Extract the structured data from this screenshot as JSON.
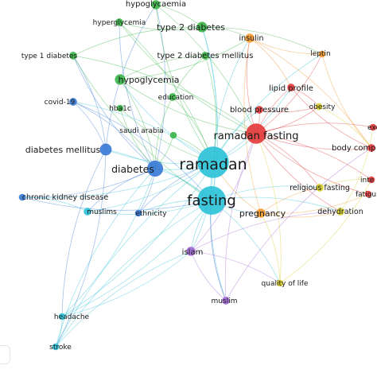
{
  "network": {
    "clusters": {
      "blue": "#3a7bd5",
      "cyan": "#2fc2d8",
      "green": "#3cb54a",
      "red": "#e53b3b",
      "orange": "#f29a2e",
      "yellow": "#d9cf2a",
      "purple": "#a46ad8"
    },
    "nodes": [
      {
        "id": "ramadan",
        "label": "ramadan",
        "cluster": "cyan",
        "weight": 10
      },
      {
        "id": "fasting",
        "label": "fasting",
        "cluster": "cyan",
        "weight": 9
      },
      {
        "id": "ramadan_fasting",
        "label": "ramadan fasting",
        "cluster": "red",
        "weight": 6
      },
      {
        "id": "diabetes",
        "label": "diabetes",
        "cluster": "blue",
        "weight": 4.5
      },
      {
        "id": "diabetes_mellitus",
        "label": "diabetes mellitus",
        "cluster": "blue",
        "weight": 3
      },
      {
        "id": "hypoglycaemia",
        "label": "hypoglycaemia",
        "cluster": "green",
        "weight": 2
      },
      {
        "id": "hyperglycemia",
        "label": "hyperglycemia",
        "cluster": "green",
        "weight": 1.5
      },
      {
        "id": "type2",
        "label": "type 2 diabetes",
        "cluster": "green",
        "weight": 2.5
      },
      {
        "id": "type1",
        "label": "type 1 diabetes",
        "cluster": "green",
        "weight": 1.5
      },
      {
        "id": "type2m",
        "label": "type 2 diabetes mellitus",
        "cluster": "green",
        "weight": 1.5
      },
      {
        "id": "hypoglycemia",
        "label": "hypoglycemia",
        "cluster": "green",
        "weight": 2.5
      },
      {
        "id": "education",
        "label": "education",
        "cluster": "green",
        "weight": 1.5
      },
      {
        "id": "hba1c",
        "label": "hba1c",
        "cluster": "green",
        "weight": 1.2
      },
      {
        "id": "saudi",
        "label": "saudi arabia",
        "cluster": "green",
        "weight": 1.2
      },
      {
        "id": "covid",
        "label": "covid-19",
        "cluster": "blue",
        "weight": 1.5
      },
      {
        "id": "insulin",
        "label": "insulin",
        "cluster": "orange",
        "weight": 2
      },
      {
        "id": "leptin",
        "label": "leptin",
        "cluster": "orange",
        "weight": 1.2
      },
      {
        "id": "lipid",
        "label": "lipid profile",
        "cluster": "red",
        "weight": 1.5
      },
      {
        "id": "bp",
        "label": "blood pressure",
        "cluster": "red",
        "weight": 1.5
      },
      {
        "id": "obesity",
        "label": "obesity",
        "cluster": "yellow",
        "weight": 1.2
      },
      {
        "id": "exe",
        "label": "exe",
        "cluster": "red",
        "weight": 1.2
      },
      {
        "id": "body_comp",
        "label": "body comp",
        "cluster": "red",
        "weight": 1.5
      },
      {
        "id": "inte",
        "label": "inte",
        "cluster": "red",
        "weight": 1.2
      },
      {
        "id": "fatigu",
        "label": "fatigu",
        "cluster": "red",
        "weight": 1.2
      },
      {
        "id": "religious",
        "label": "religious fasting",
        "cluster": "yellow",
        "weight": 1.5
      },
      {
        "id": "ckd",
        "label": "chronic kidney disease",
        "cluster": "blue",
        "weight": 1.2
      },
      {
        "id": "muslims",
        "label": "muslims",
        "cluster": "cyan",
        "weight": 1.5
      },
      {
        "id": "ethnicity",
        "label": "ethnicity",
        "cluster": "blue",
        "weight": 1.2
      },
      {
        "id": "pregnancy",
        "label": "pregnancy",
        "cluster": "orange",
        "weight": 2
      },
      {
        "id": "dehydration",
        "label": "dehydration",
        "cluster": "yellow",
        "weight": 1.5
      },
      {
        "id": "islam",
        "label": "islam",
        "cluster": "purple",
        "weight": 2
      },
      {
        "id": "qol",
        "label": "quality of life",
        "cluster": "yellow",
        "weight": 1.2
      },
      {
        "id": "muslim",
        "label": "muslim",
        "cluster": "purple",
        "weight": 1.5
      },
      {
        "id": "headache",
        "label": "headache",
        "cluster": "cyan",
        "weight": 1.2
      },
      {
        "id": "stroke",
        "label": "stroke",
        "cluster": "cyan",
        "weight": 1.2
      }
    ]
  }
}
